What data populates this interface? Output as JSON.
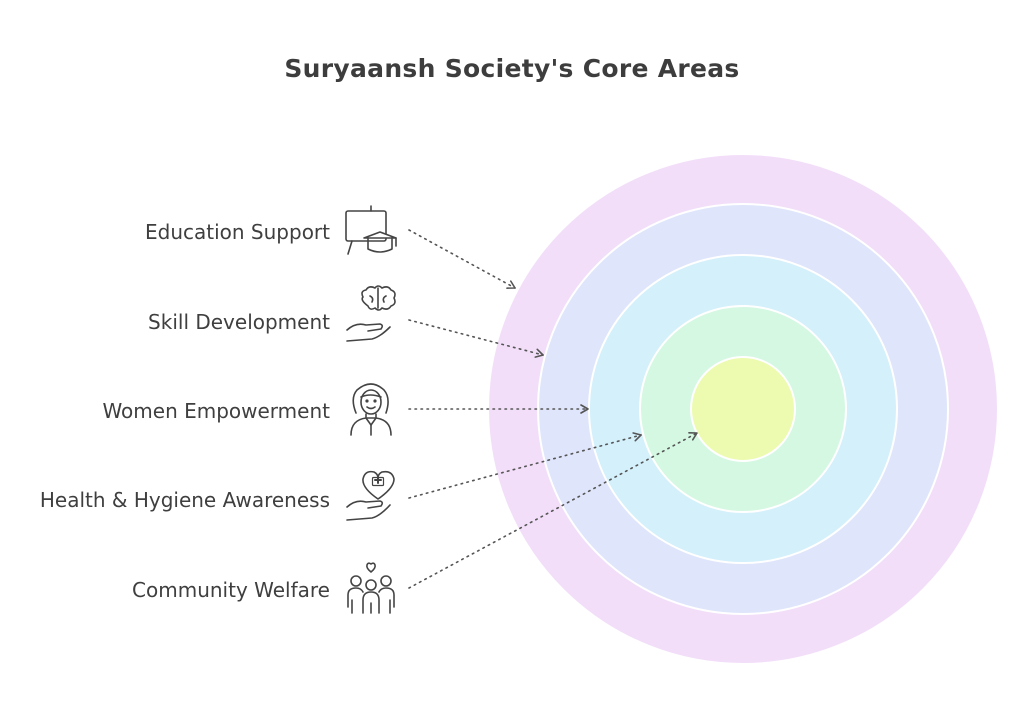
{
  "title": "Suryaansh Society's Core Areas",
  "items": [
    {
      "label": "Education Support",
      "icon": "classroom-teaching-icon"
    },
    {
      "label": "Skill Development",
      "icon": "brain-in-hand-icon"
    },
    {
      "label": "Women Empowerment",
      "icon": "woman-icon"
    },
    {
      "label": "Health & Hygiene Awareness",
      "icon": "heart-in-hand-icon"
    },
    {
      "label": "Community Welfare",
      "icon": "family-group-icon"
    }
  ],
  "ring_colors": [
    "#f2def9",
    "#dfe5fb",
    "#d3f0fb",
    "#d5f8e3",
    "#ecfbb0"
  ],
  "text_color": "#3f3f3f",
  "line_color": "#555555"
}
